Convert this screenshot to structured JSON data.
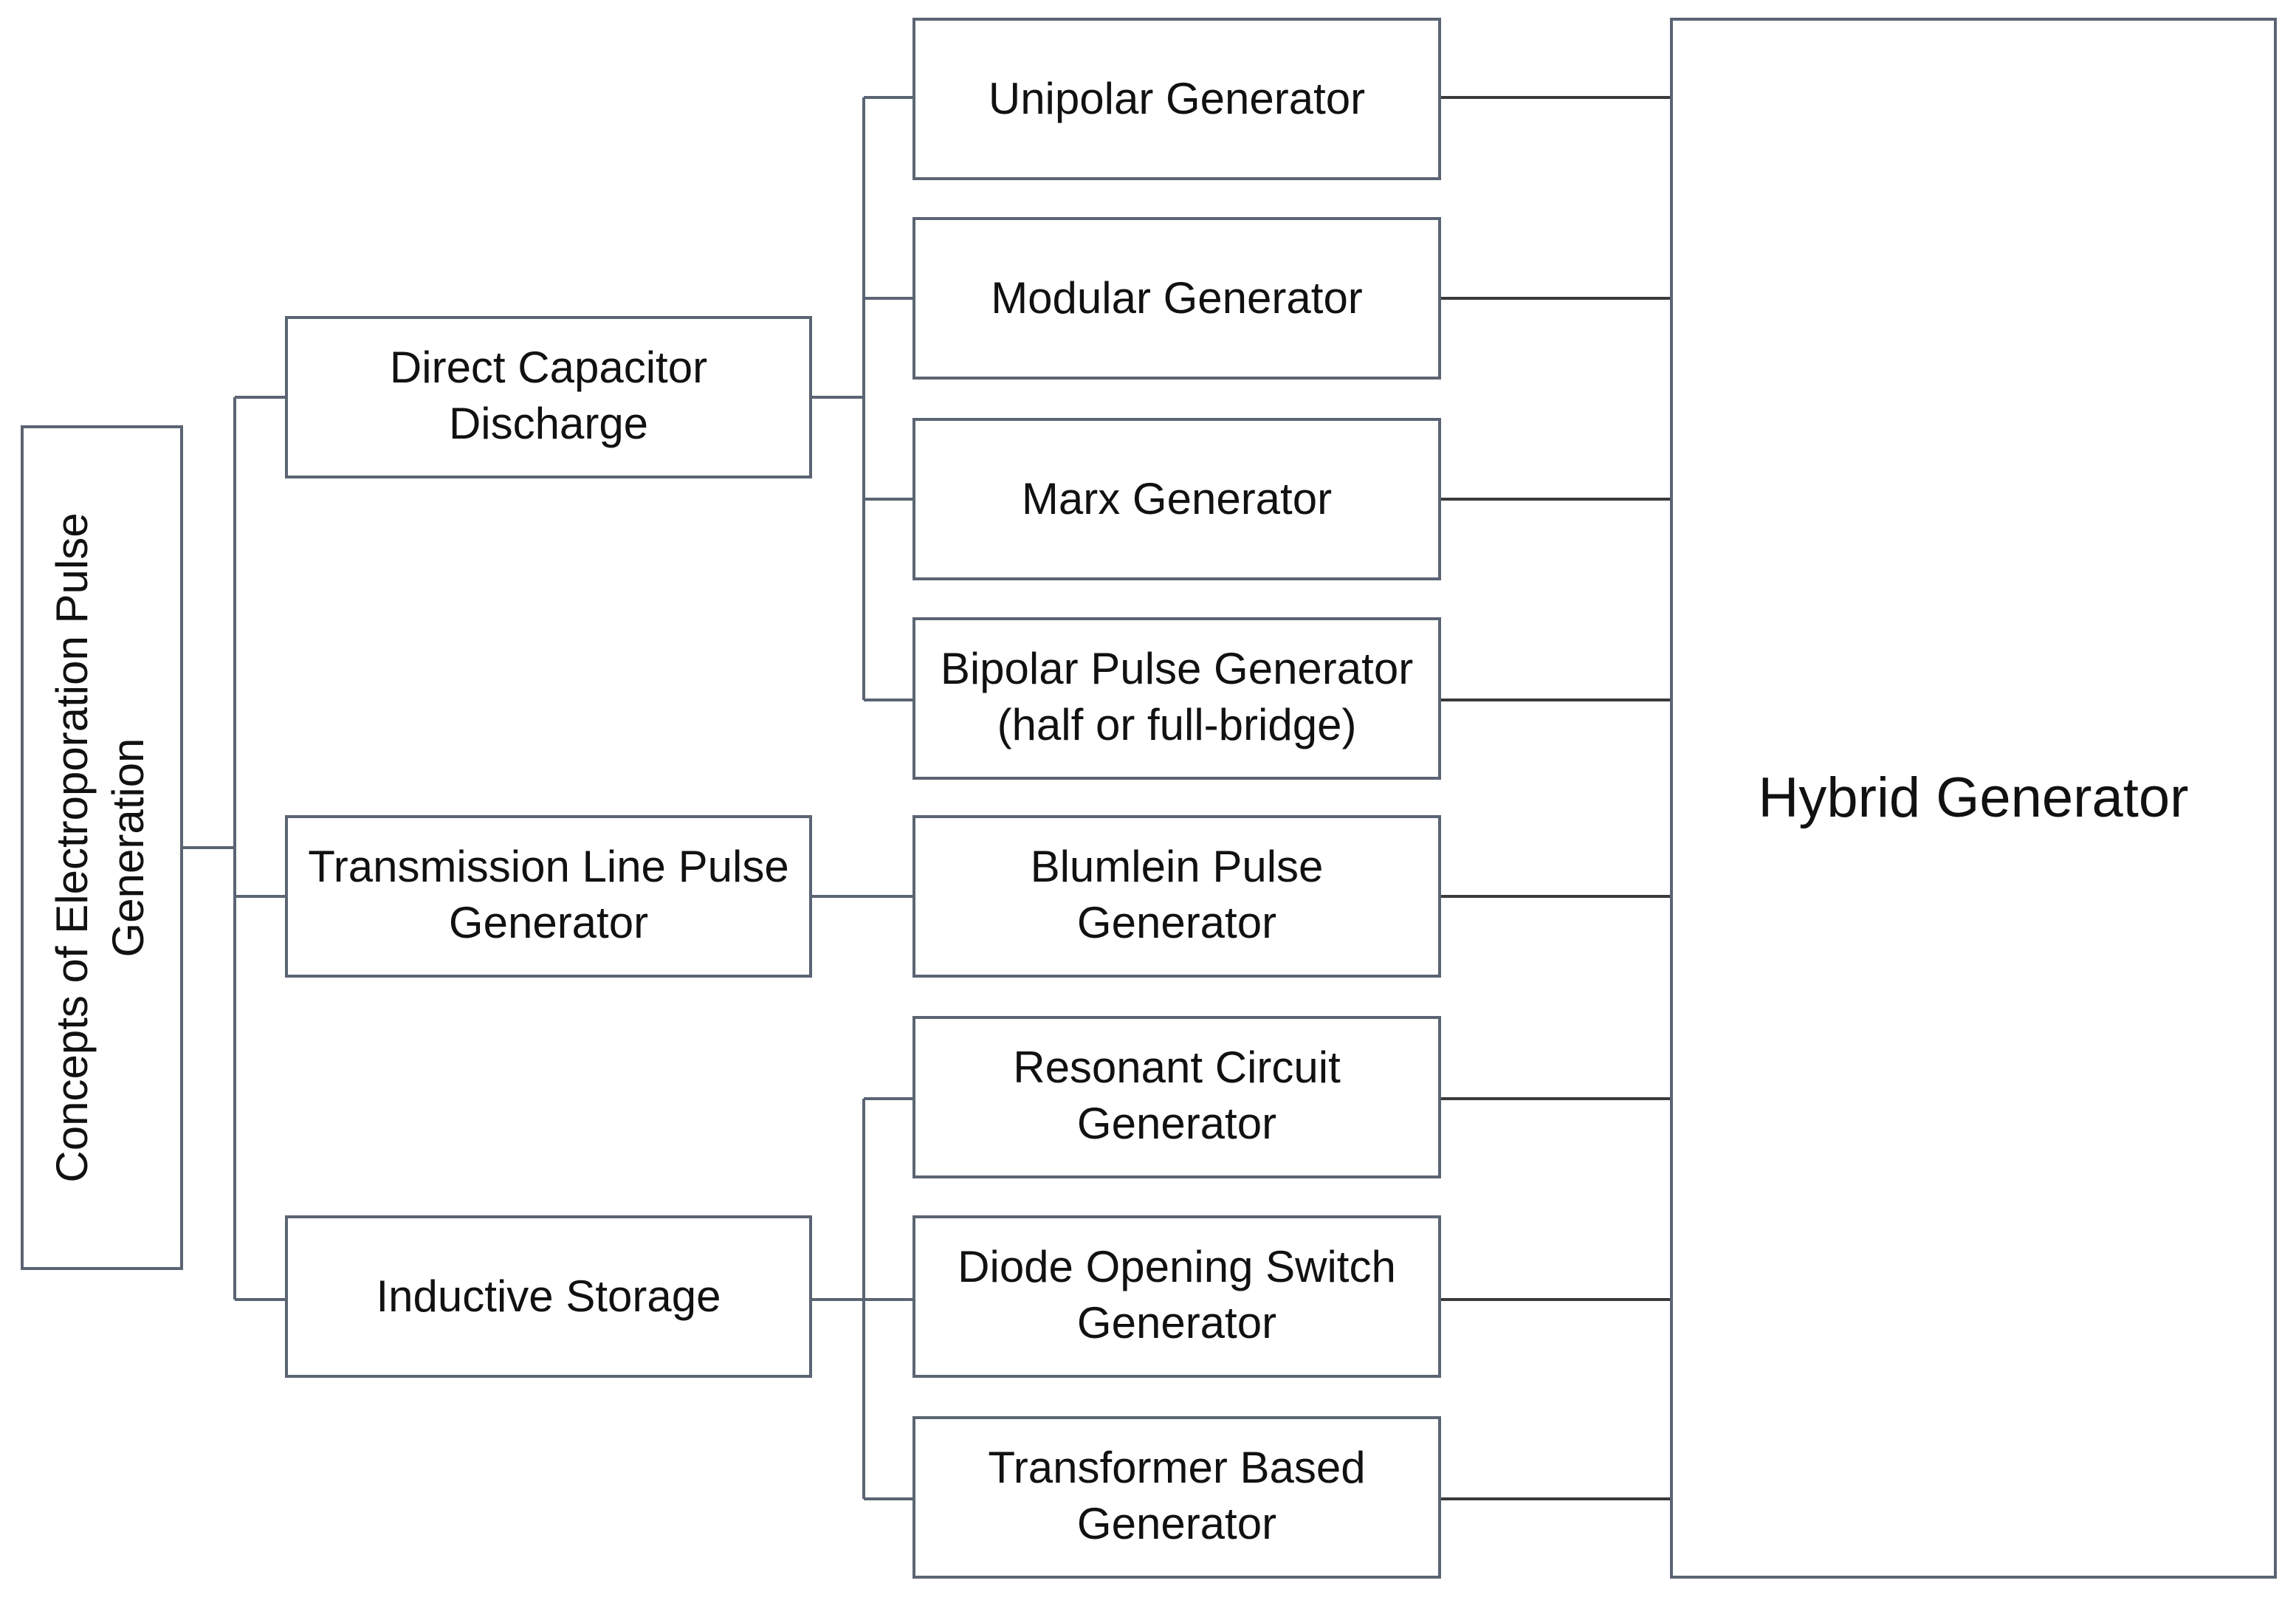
{
  "diagram": {
    "root": {
      "line1": "Concepts of Electroporation Pulse",
      "line2": "Generation"
    },
    "categories": [
      {
        "id": "direct",
        "lines": [
          "Direct Capacitor",
          "Discharge"
        ]
      },
      {
        "id": "transmission",
        "lines": [
          "Transmission Line Pulse",
          "Generator"
        ]
      },
      {
        "id": "inductive",
        "lines": [
          "Inductive Storage"
        ]
      }
    ],
    "generators": [
      {
        "id": "unipolar",
        "category": "direct",
        "lines": [
          "Unipolar Generator"
        ]
      },
      {
        "id": "modular",
        "category": "direct",
        "lines": [
          "Modular Generator"
        ]
      },
      {
        "id": "marx",
        "category": "direct",
        "lines": [
          "Marx Generator"
        ]
      },
      {
        "id": "bipolar",
        "category": "direct",
        "lines": [
          "Bipolar Pulse Generator",
          "(half or full-bridge)"
        ]
      },
      {
        "id": "blumlein",
        "category": "transmission",
        "lines": [
          "Blumlein Pulse",
          "Generator"
        ]
      },
      {
        "id": "resonant",
        "category": "inductive",
        "lines": [
          "Resonant Circuit",
          "Generator"
        ]
      },
      {
        "id": "diode",
        "category": "inductive",
        "lines": [
          "Diode Opening Switch",
          "Generator"
        ]
      },
      {
        "id": "transformer",
        "category": "inductive",
        "lines": [
          "Transformer Based",
          "Generator"
        ]
      }
    ],
    "hybrid": {
      "label": "Hybrid Generator"
    }
  }
}
